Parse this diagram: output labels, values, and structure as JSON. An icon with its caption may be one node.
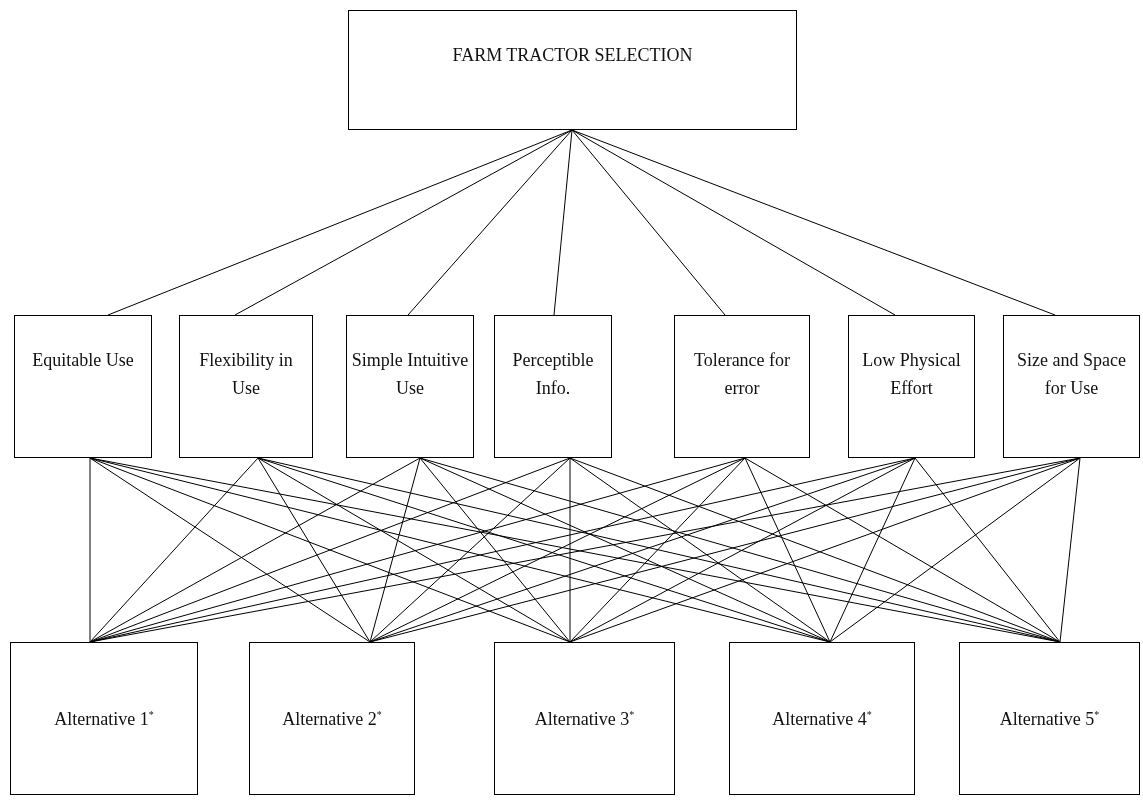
{
  "diagram": {
    "nodes": [
      {
        "text": [
          "FARM TRACTOR SELECTION"
        ]
      },
      {
        "text": [
          "Equitable Use"
        ]
      },
      {
        "text": [
          "Flexibility in Use"
        ]
      },
      {
        "text": [
          "Simple Intuitive Use"
        ]
      },
      {
        "text": [
          "Perceptible Info."
        ]
      },
      {
        "text": [
          "Tolerance for error"
        ]
      },
      {
        "text": [
          "Low Physical Effort"
        ]
      },
      {
        "text": [
          "Size and Space for Use"
        ]
      },
      {
        "text": [
          "Alternative 1$^{*}$"
        ]
      },
      {
        "text": [
          "Alternative 2$^{*}$"
        ]
      },
      {
        "text": [
          "Alternative 3$^{*}$"
        ]
      },
      {
        "text": [
          "Alternative 4$^{*}$"
        ]
      },
      {
        "text": [
          "Alternative 5$^{*}$"
        ]
      }
    ],
    "edges": [
      {
        "from": 0,
        "to": 1,
        "arrow": "none"
      },
      {
        "from": 0,
        "to": 2,
        "arrow": "none"
      },
      {
        "from": 0,
        "to": 3,
        "arrow": "none"
      },
      {
        "from": 0,
        "to": 4,
        "arrow": "none"
      },
      {
        "from": 0,
        "to": 5,
        "arrow": "none"
      },
      {
        "from": 0,
        "to": 6,
        "arrow": "none"
      },
      {
        "from": 0,
        "to": 7,
        "arrow": "none"
      },
      {
        "from": 1,
        "to": 8,
        "arrow": "none"
      },
      {
        "from": 1,
        "to": 9,
        "arrow": "none"
      },
      {
        "from": 1,
        "to": 10,
        "arrow": "none"
      },
      {
        "from": 1,
        "to": 11,
        "arrow": "none"
      },
      {
        "from": 1,
        "to": 12,
        "arrow": "none"
      },
      {
        "from": 2,
        "to": 8,
        "arrow": "none"
      },
      {
        "from": 2,
        "to": 9,
        "arrow": "none"
      },
      {
        "from": 2,
        "to": 10,
        "arrow": "none"
      },
      {
        "from": 2,
        "to": 11,
        "arrow": "none"
      },
      {
        "from": 2,
        "to": 12,
        "arrow": "none"
      },
      {
        "from": 3,
        "to": 8,
        "arrow": "none"
      },
      {
        "from": 3,
        "to": 9,
        "arrow": "none"
      },
      {
        "from": 3,
        "to": 10,
        "arrow": "none"
      },
      {
        "from": 3,
        "to": 11,
        "arrow": "none"
      },
      {
        "from": 3,
        "to": 12,
        "arrow": "none"
      },
      {
        "from": 4,
        "to": 8,
        "arrow": "none"
      },
      {
        "from": 4,
        "to": 9,
        "arrow": "none"
      },
      {
        "from": 4,
        "to": 10,
        "arrow": "none"
      },
      {
        "from": 4,
        "to": 11,
        "arrow": "none"
      },
      {
        "from": 4,
        "to": 12,
        "arrow": "none"
      },
      {
        "from": 5,
        "to": 8,
        "arrow": "none"
      },
      {
        "from": 5,
        "to": 9,
        "arrow": "none"
      },
      {
        "from": 5,
        "to": 10,
        "arrow": "none"
      },
      {
        "from": 5,
        "to": 11,
        "arrow": "none"
      },
      {
        "from": 5,
        "to": 12,
        "arrow": "none"
      },
      {
        "from": 6,
        "to": 8,
        "arrow": "none"
      },
      {
        "from": 6,
        "to": 9,
        "arrow": "none"
      },
      {
        "from": 6,
        "to": 10,
        "arrow": "none"
      },
      {
        "from": 6,
        "to": 11,
        "arrow": "none"
      },
      {
        "from": 6,
        "to": 12,
        "arrow": "none"
      },
      {
        "from": 7,
        "to": 8,
        "arrow": "none"
      },
      {
        "from": 7,
        "to": 9,
        "arrow": "none"
      },
      {
        "from": 7,
        "to": 10,
        "arrow": "none"
      },
      {
        "from": 7,
        "to": 11,
        "arrow": "none"
      },
      {
        "from": 7,
        "to": 12,
        "arrow": "none"
      }
    ]
  }
}
